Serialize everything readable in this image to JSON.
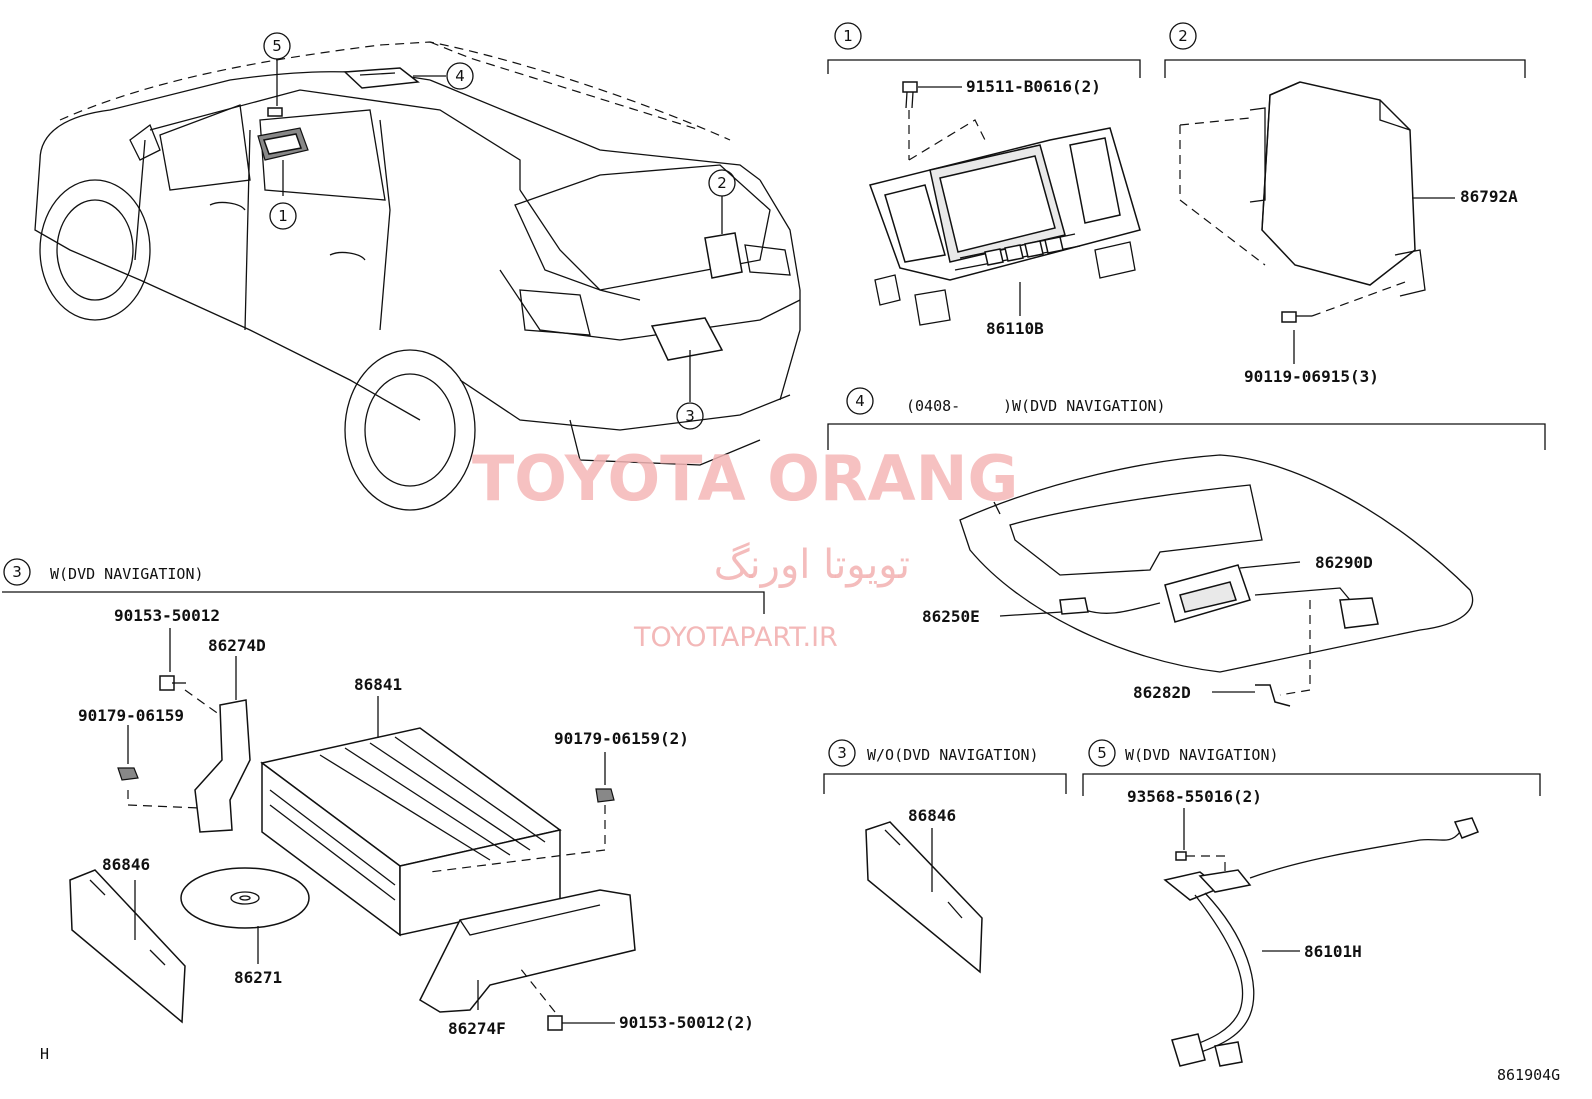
{
  "watermark": {
    "latin": "TOYOTA ORANG",
    "persian": "تویوتا اورنگ",
    "site": "TOYOTAPART.IR"
  },
  "sections": {
    "s1": {
      "ref": "1",
      "title": ""
    },
    "s2": {
      "ref": "2",
      "title": ""
    },
    "s4": {
      "ref": "4",
      "date": "(0408-",
      "title": ")W(DVD NAVIGATION)"
    },
    "s3a": {
      "ref": "3",
      "title": "W(DVD NAVIGATION)"
    },
    "s3b": {
      "ref": "3",
      "title": "W/O(DVD NAVIGATION)"
    },
    "s5": {
      "ref": "5",
      "title": "W(DVD NAVIGATION)"
    }
  },
  "callouts": {
    "c1": "1",
    "c2": "2",
    "c3": "3",
    "c4": "4",
    "c5": "5"
  },
  "parts": {
    "p91511": "91511-B0616(2)",
    "p86110B": "86110B",
    "p86792A": "86792A",
    "p90119": "90119-06915(3)",
    "p86290D": "86290D",
    "p86250E": "86250E",
    "p86282D": "86282D",
    "p90153a": "90153-50012",
    "p86274D": "86274D",
    "p90179a": "90179-06159",
    "p86841": "86841",
    "p90179b": "90179-06159(2)",
    "p86846a": "86846",
    "p86271": "86271",
    "p86274F": "86274F",
    "p90153b": "90153-50012(2)",
    "p86846b": "86846",
    "p93568": "93568-55016(2)",
    "p86101H": "86101H"
  },
  "footer": {
    "left_mark": "H",
    "figure_code": "861904G"
  }
}
